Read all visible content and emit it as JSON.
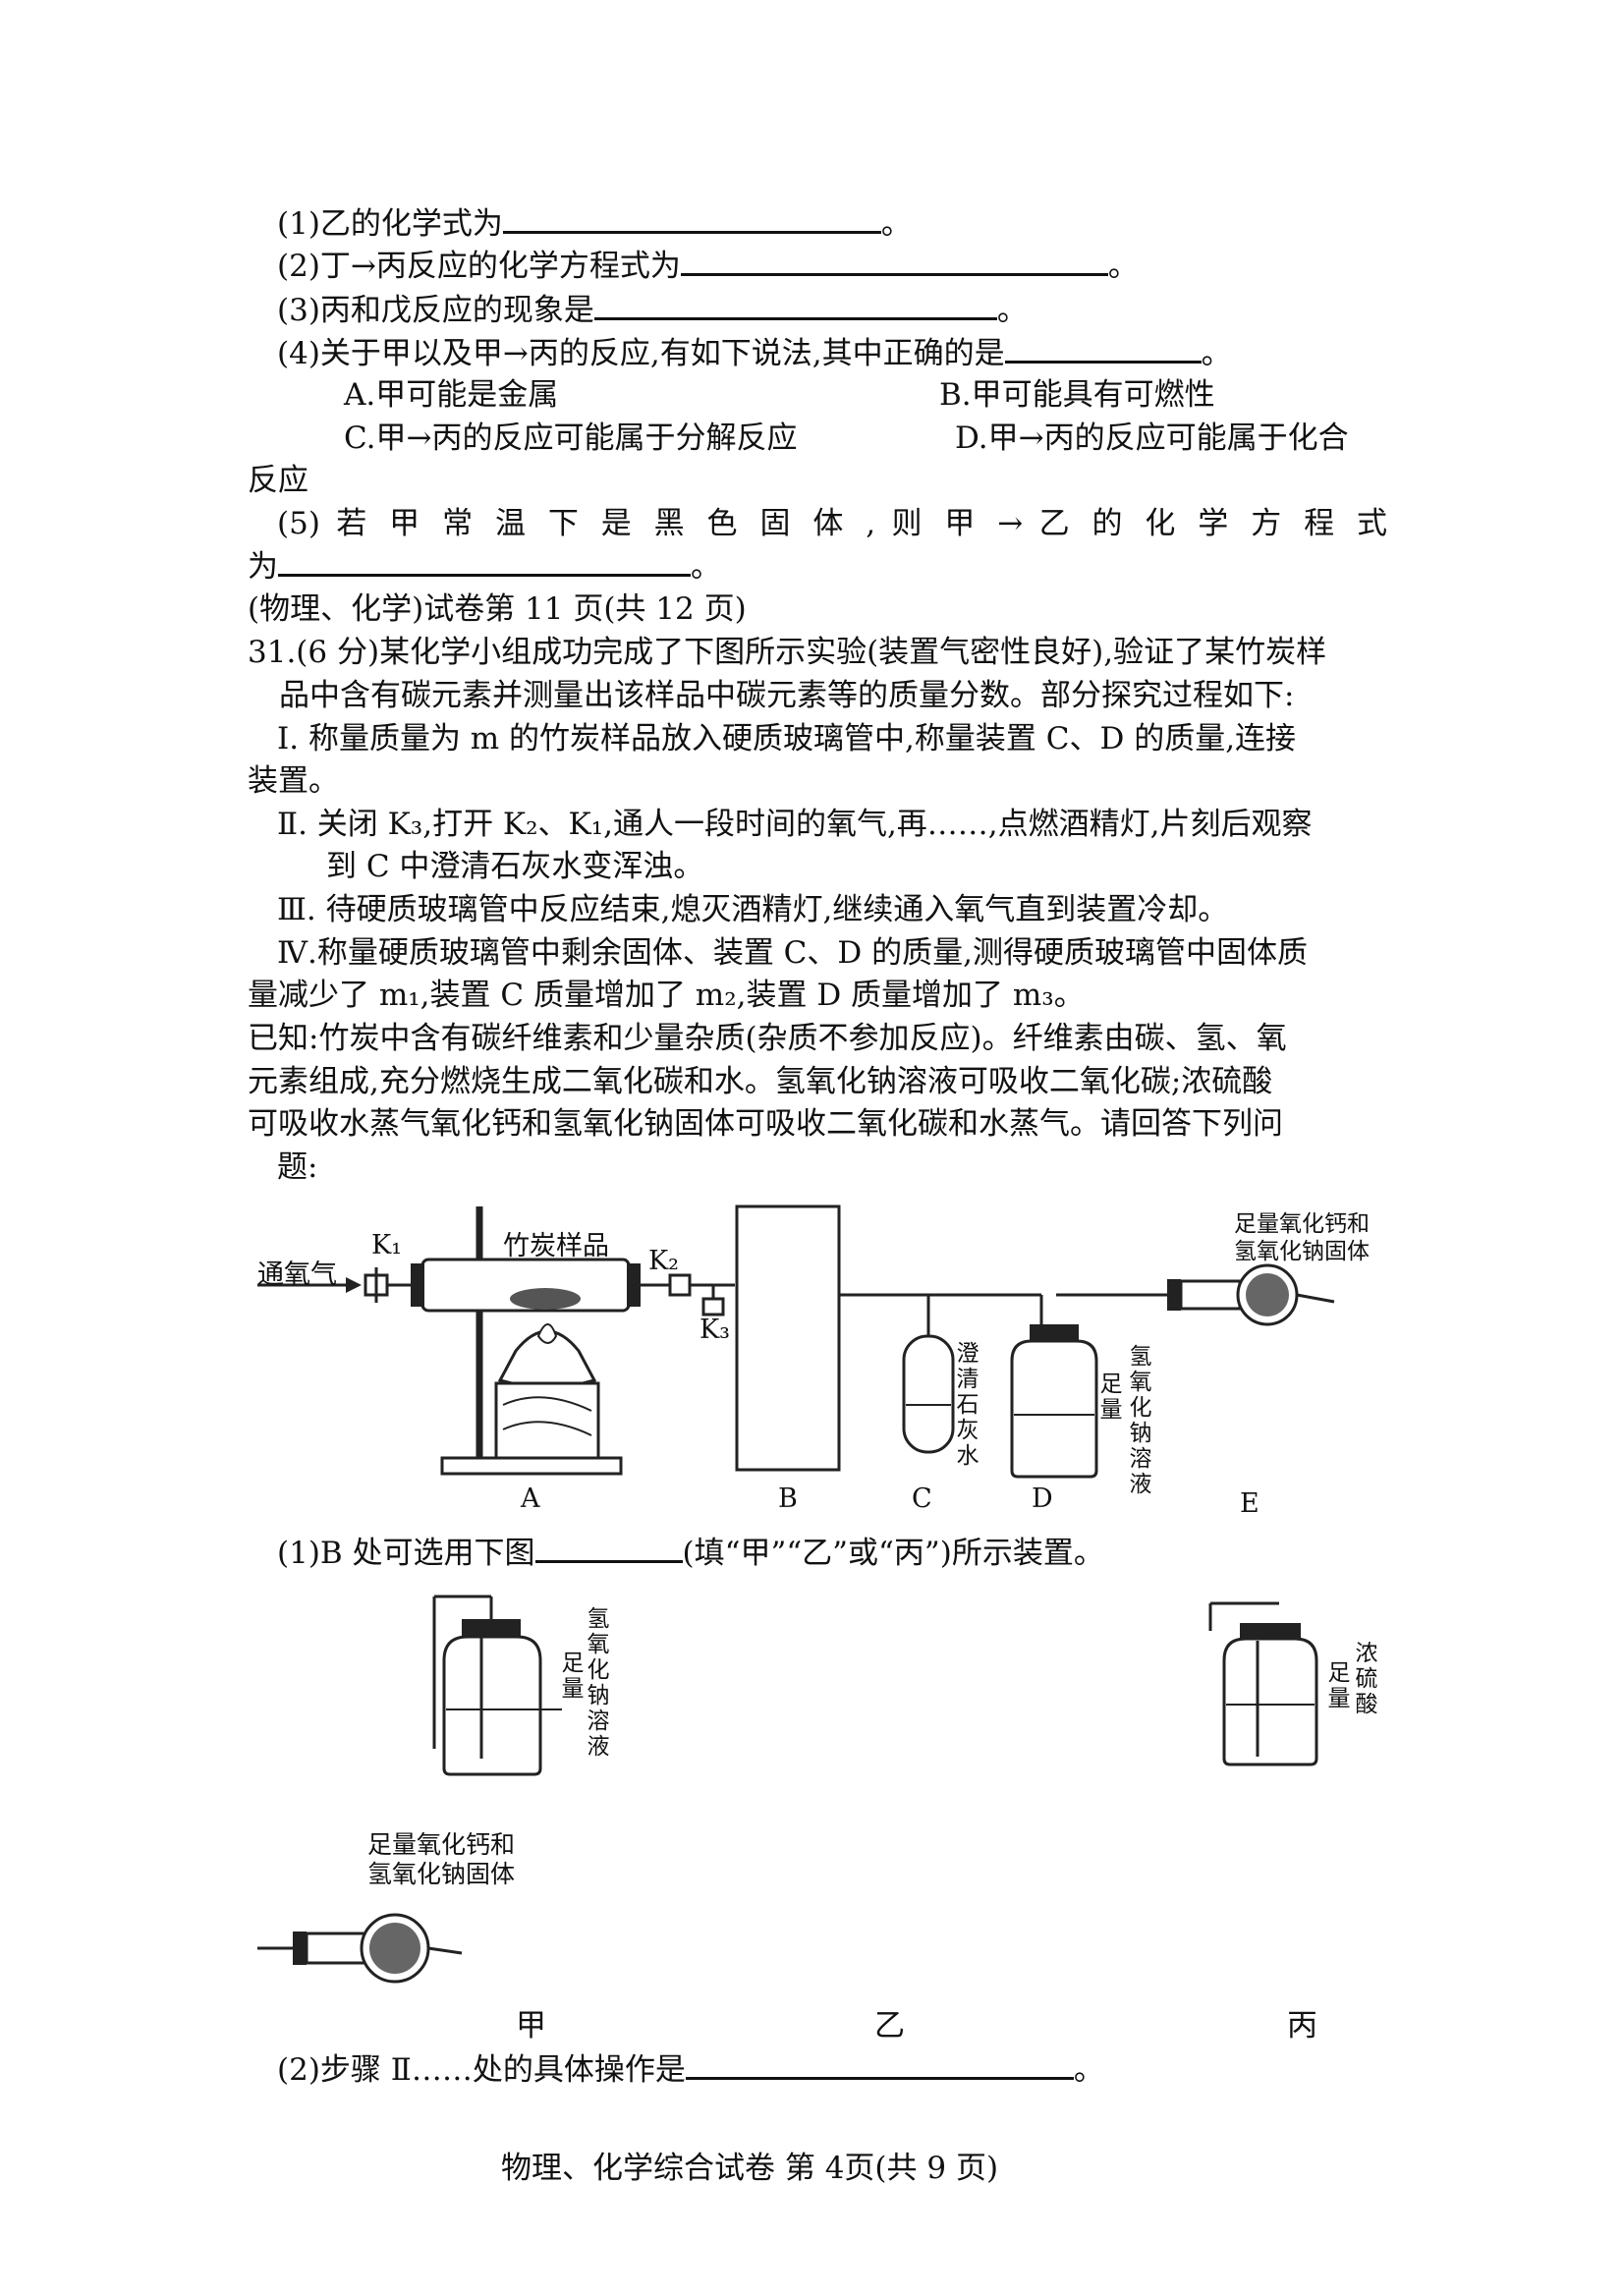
{
  "q30": {
    "sub1": {
      "label": "(1)乙的化学式为",
      "end": "。"
    },
    "sub2": {
      "label": "(2)丁→丙反应的化学方程式为",
      "end": "。"
    },
    "sub3": {
      "label": "(3)丙和戊反应的现象是",
      "end": "。"
    },
    "sub4": {
      "label": "(4)关于甲以及甲→丙的反应,有如下说法,其中正确的是",
      "end": "。"
    },
    "optA": "A.甲可能是金属",
    "optB": "B.甲可能具有可燃性",
    "optC": "C.甲→丙的反应可能属于分解反应",
    "optD": "D.甲→丙的反应可能属于化合",
    "optD_cont": "反应",
    "sub5_line1": "(5) 若 甲 常 温 下 是 黑 色 固 体 , 则 甲 → 乙 的 化 学 方 程 式",
    "sub5_line2": "为",
    "sub5_end": "。"
  },
  "page_note": "(物理、化学)试卷第 11 页(共 12 页)",
  "q31": {
    "intro_1": "31.(6 分)某化学小组成功完成了下图所示实验(装置气密性良好),验证了某竹炭样",
    "intro_2": "品中含有碳元素并测量出该样品中碳元素等的质量分数。部分探究过程如下:",
    "step1_1": "Ⅰ. 称量质量为 m 的竹炭样品放入硬质玻璃管中,称量装置 C、D 的质量,连接",
    "step1_2": "装置。",
    "step2_1": "Ⅱ. 关闭 K₃,打开 K₂、K₁,通人一段时间的氧气,再……,点燃酒精灯,片刻后观察",
    "step2_2": "到 C 中澄清石灰水变浑浊。",
    "step3": "Ⅲ. 待硬质玻璃管中反应结束,熄灭酒精灯,继续通入氧气直到装置冷却。",
    "step4_1": "Ⅳ.称量硬质玻璃管中剩余固体、装置 C、D 的质量,测得硬质玻璃管中固体质",
    "step4_2": "量减少了 m₁,装置 C 质量增加了 m₂,装置 D 质量增加了 m₃。",
    "known_1": "已知:竹炭中含有碳纤维素和少量杂质(杂质不参加反应)。纤维素由碳、氢、氧",
    "known_2": "元素组成,充分燃烧生成二氧化碳和水。氢氧化钠溶液可吸收二氧化碳;浓硫酸",
    "known_3": "可吸收水蒸气氧化钙和氢氧化钠固体可吸收二氧化碳和水蒸气。请回答下列问",
    "known_4": "题:",
    "sub1_label": "(1)B 处可选用下图",
    "sub1_end": "(填“甲”“乙”或“丙”)所示装置。",
    "sub2_label": "(2)步骤 Ⅱ……处的具体操作是",
    "sub2_end": "。"
  },
  "apparatus": {
    "oxygen_in": "通氧气",
    "k1": "K₁",
    "k2": "K₂",
    "k3": "K₃",
    "sample": "竹炭样品",
    "limewater": "澄清石灰水",
    "naoh_solution": "氢氧化钠溶液",
    "sufficient_d": "足量",
    "e_label": "足量氧化钙和氢氧化钠固体",
    "A": "A",
    "B": "B",
    "C": "C",
    "D": "D",
    "E": "E"
  },
  "options_fig": {
    "jia_solution": "氢氧化钠溶液",
    "jia_sufficient": "足量",
    "bing_acid": "浓硫酸",
    "bing_sufficient": "足量",
    "yi_label_1": "足量氧化钙和",
    "yi_label_2": "氢氧化钠固体",
    "jia": "甲",
    "yi": "乙",
    "bing": "丙"
  },
  "footer": "物理、化学综合试卷 第 4页(共 9 页)"
}
